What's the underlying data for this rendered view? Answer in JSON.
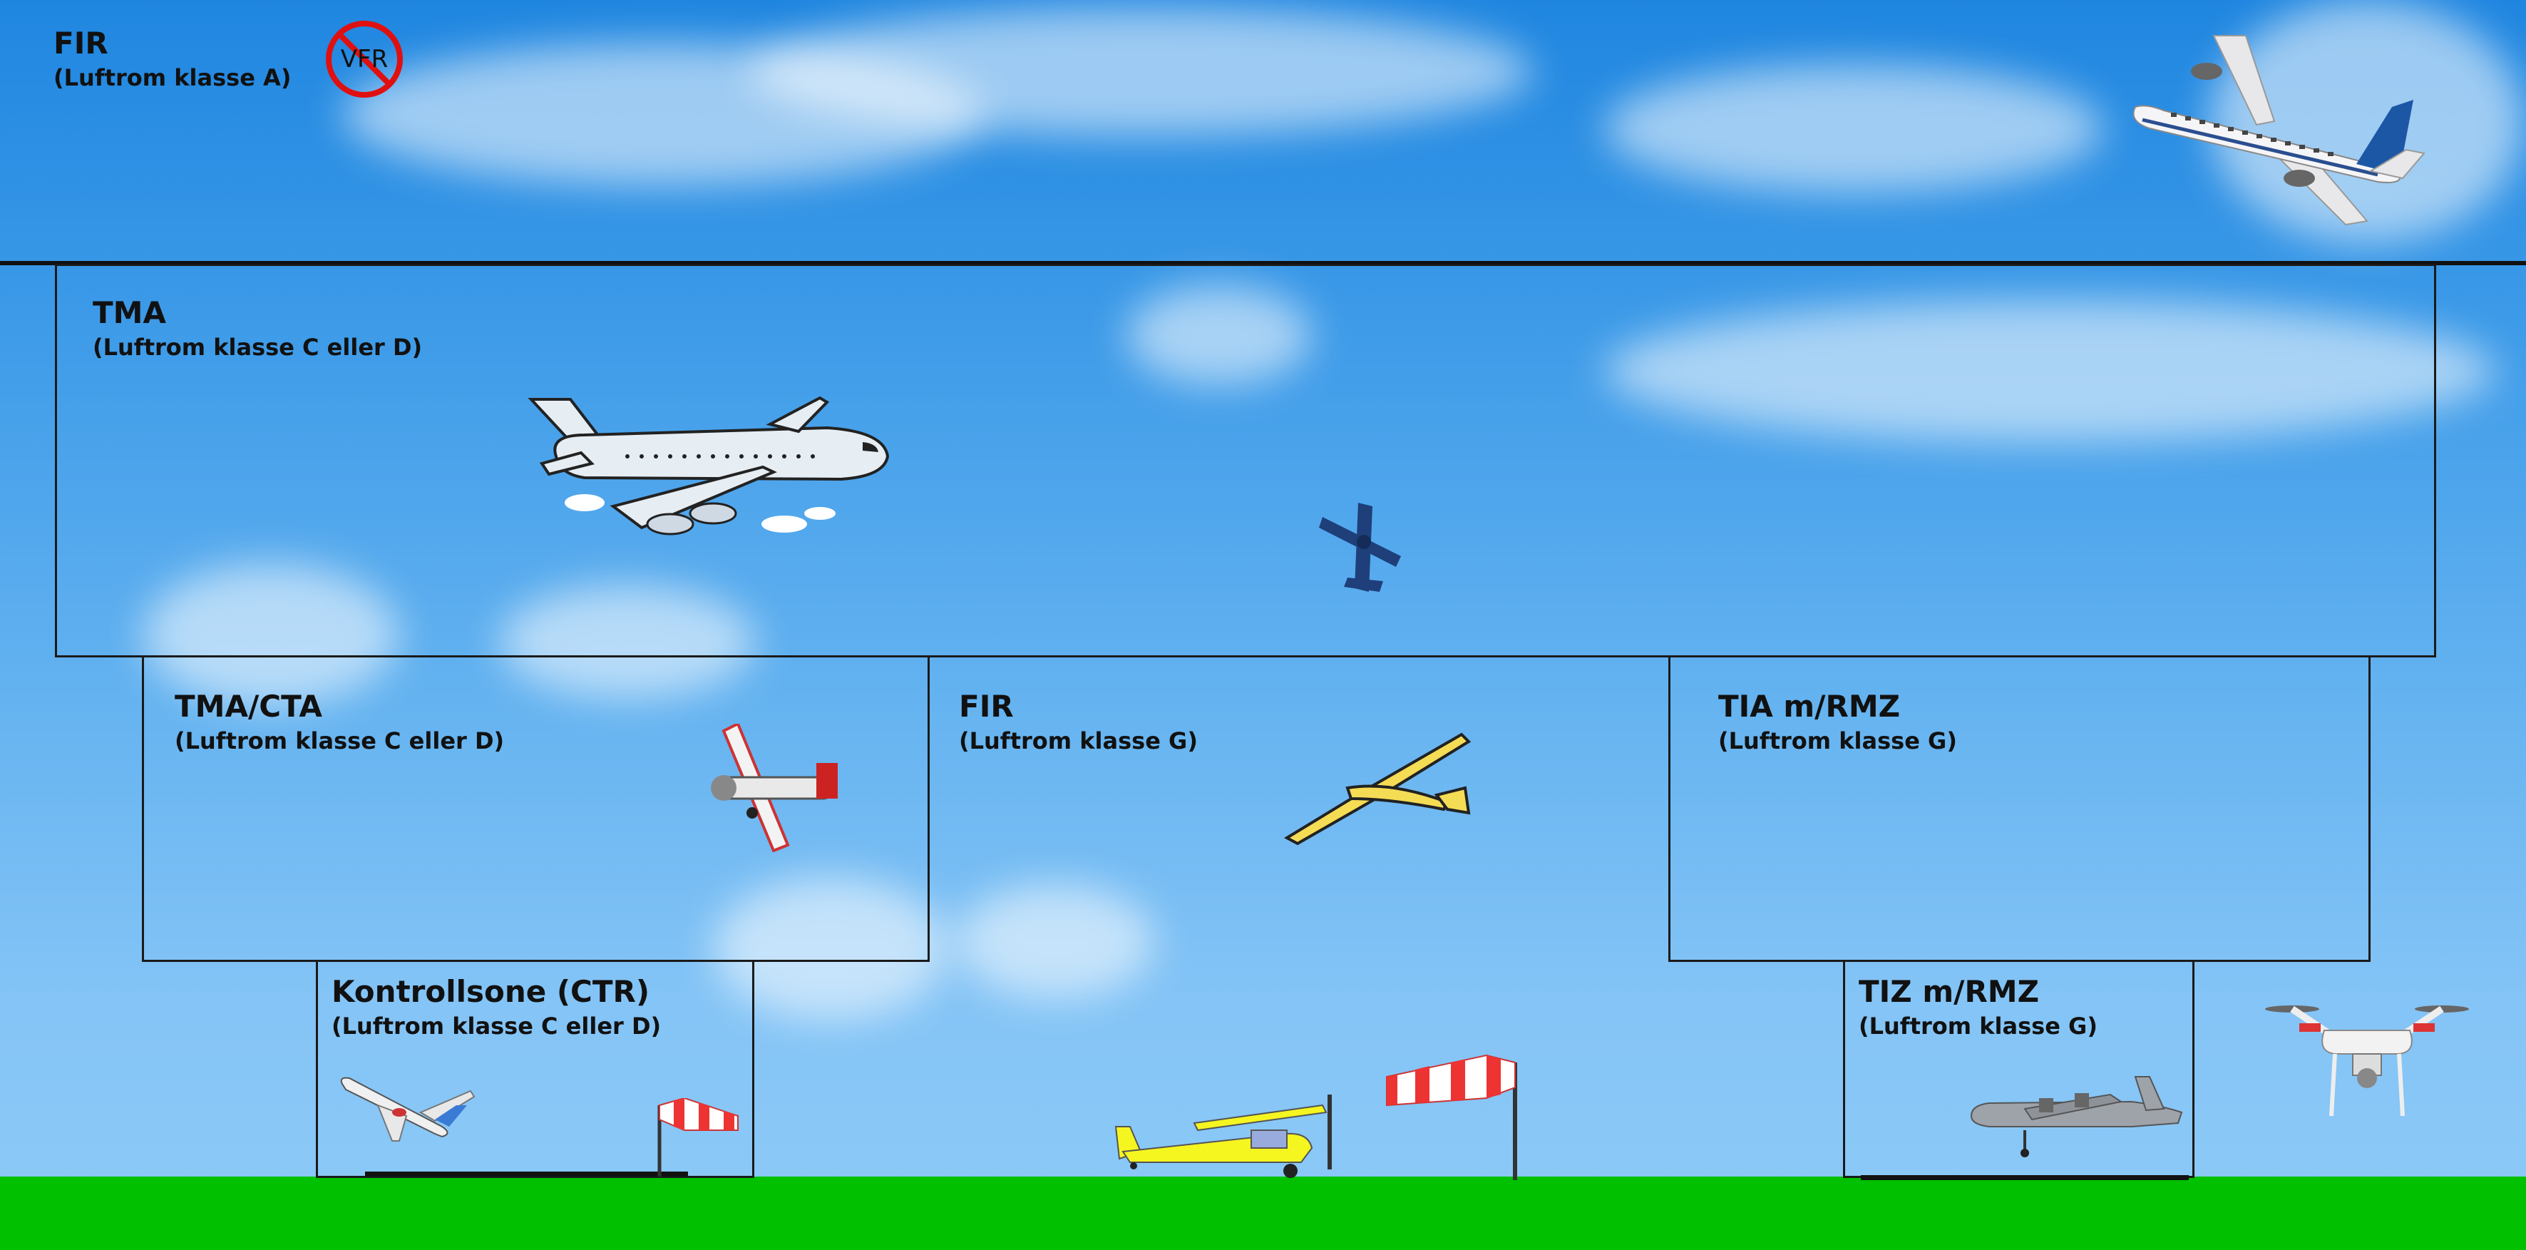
{
  "zones": {
    "fir_top": {
      "name": "FIR",
      "class": "(Luftrom klasse A)"
    },
    "tma": {
      "name": "TMA",
      "class": "(Luftrom klasse C eller D)"
    },
    "tma_cta": {
      "name": "TMA/CTA",
      "class": "(Luftrom klasse C eller D)"
    },
    "fir_g": {
      "name": "FIR",
      "class": "(Luftrom klasse G)"
    },
    "tia": {
      "name": "TIA m/RMZ",
      "class": "(Luftrom klasse G)"
    },
    "ctr": {
      "name": "Kontrollsone (CTR)",
      "class": "(Luftrom klasse C eller D)"
    },
    "tiz": {
      "name": "TIZ m/RMZ",
      "class": "(Luftrom klasse G)"
    }
  },
  "vfr_sign": {
    "text": "VFR"
  },
  "colors": {
    "sky": "#3c9ae8",
    "ground": "#00c000",
    "border": "#1a1a1a",
    "no_sign": "#e01010"
  },
  "icons": [
    "airliner-icon",
    "cartoon-airliner-icon",
    "fighter-plane-icon",
    "stunt-plane-icon",
    "glider-icon",
    "jet-airliner-icon",
    "windsock-icon",
    "cub-plane-icon",
    "propeller-transport-icon",
    "drone-icon",
    "no-vfr-icon"
  ]
}
